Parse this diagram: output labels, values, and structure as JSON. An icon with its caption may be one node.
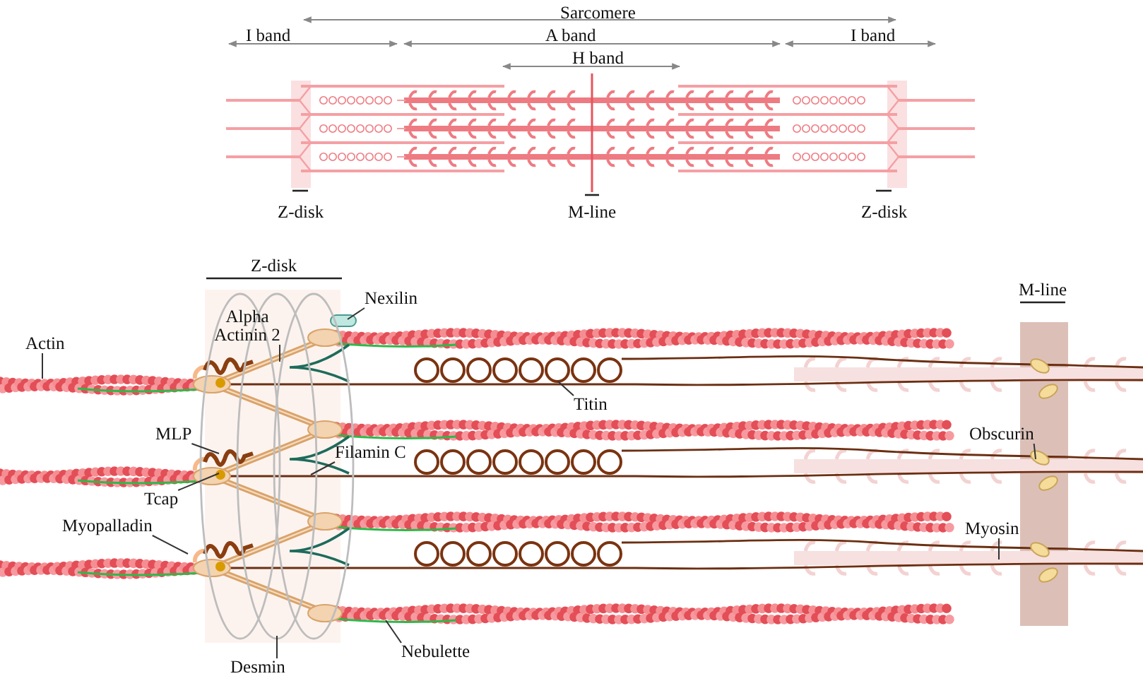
{
  "diagram": {
    "nodes": [
      {
        "text": [
          "Nexilin"
        ]
      },
      {
        "text": [
          "Alpha Actinin 2"
        ]
      },
      {
        "text": [
          "Actin"
        ]
      },
      {
        "text": [
          "Titin"
        ]
      },
      {
        "text": [
          "MLP"
        ]
      },
      {
        "text": [
          "Obscurin"
        ]
      },
      {
        "text": [
          "Filamin C"
        ]
      },
      {
        "text": [
          "Tcap"
        ]
      },
      {
        "text": [
          "Myopalladin"
        ]
      },
      {
        "text": [
          "Myosin"
        ]
      },
      {
        "text": [
          "Nebulette"
        ]
      },
      {
        "text": [
          "Desmin"
        ]
      }
    ],
    "edges": [
      {
        "from": 0,
        "to": null,
        "arrow": "none"
      },
      {
        "from": 1,
        "to": null,
        "arrow": "none"
      },
      {
        "from": 2,
        "to": null,
        "arrow": "none"
      },
      {
        "from": 3,
        "to": null,
        "arrow": "none"
      },
      {
        "from": 4,
        "to": null,
        "arrow": "none"
      },
      {
        "from": 5,
        "to": null,
        "arrow": "none"
      },
      {
        "from": 6,
        "to": null,
        "arrow": "none"
      },
      {
        "from": 7,
        "to": null,
        "arrow": "none"
      },
      {
        "from": 8,
        "to": null,
        "arrow": "none"
      },
      {
        "from": 9,
        "to": null,
        "arrow": "none"
      },
      {
        "from": 10,
        "to": null,
        "arrow": "none"
      },
      {
        "from": 11,
        "to": null,
        "arrow": "none"
      }
    ],
    "labels": [
      "Sarcomere",
      "I band",
      "A band",
      "I band",
      "H band",
      "Z-disk",
      "M-line",
      "Z-disk",
      "Z-disk",
      "M-line"
    ]
  }
}
